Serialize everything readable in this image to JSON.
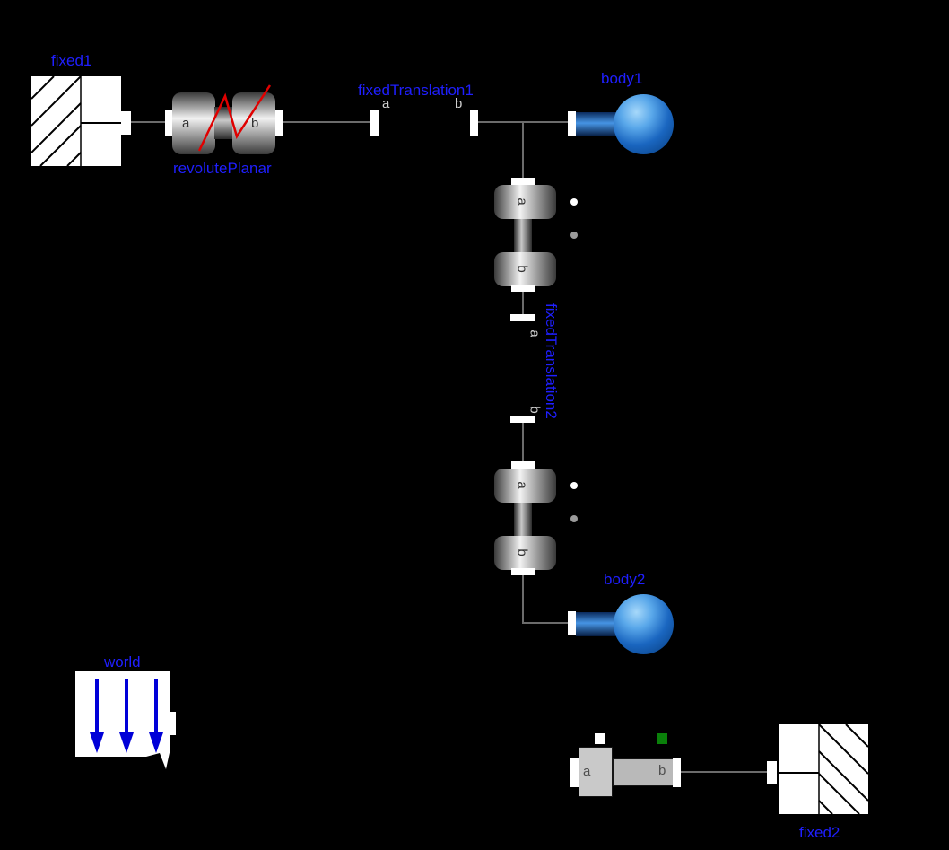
{
  "canvas": {
    "background": "#000000",
    "accent_colors": {
      "component_label": "#1f1fff",
      "connection_line": "#6b6b6b",
      "body_sphere_blue": "#1a66c0",
      "gravity_arrow_blue": "#0000d8",
      "planar_constraint_red": "#e00000",
      "constraint_active_green": "#0a800a"
    }
  },
  "components": {
    "fixed1": {
      "name": "fixed1"
    },
    "revolutePlanar": {
      "name": "revolutePlanar",
      "ports": {
        "a": "a",
        "b": "b"
      }
    },
    "fixedTranslation1": {
      "name": "fixedTranslation1",
      "ports": {
        "a": "a",
        "b": "b"
      }
    },
    "revoluteJoint1": {
      "ports": {
        "a": "a",
        "b": "b"
      }
    },
    "fixedTranslation2": {
      "name": "fixedTranslation2",
      "ports": {
        "a": "a",
        "b": "b"
      }
    },
    "revoluteJoint2": {
      "ports": {
        "a": "a",
        "b": "b"
      }
    },
    "body1": {
      "name": "body1"
    },
    "body2": {
      "name": "body2"
    },
    "world": {
      "name": "world"
    },
    "prismaticConstraint": {
      "ports": {
        "a": "a",
        "b": "b"
      }
    },
    "fixed2": {
      "name": "fixed2"
    }
  }
}
